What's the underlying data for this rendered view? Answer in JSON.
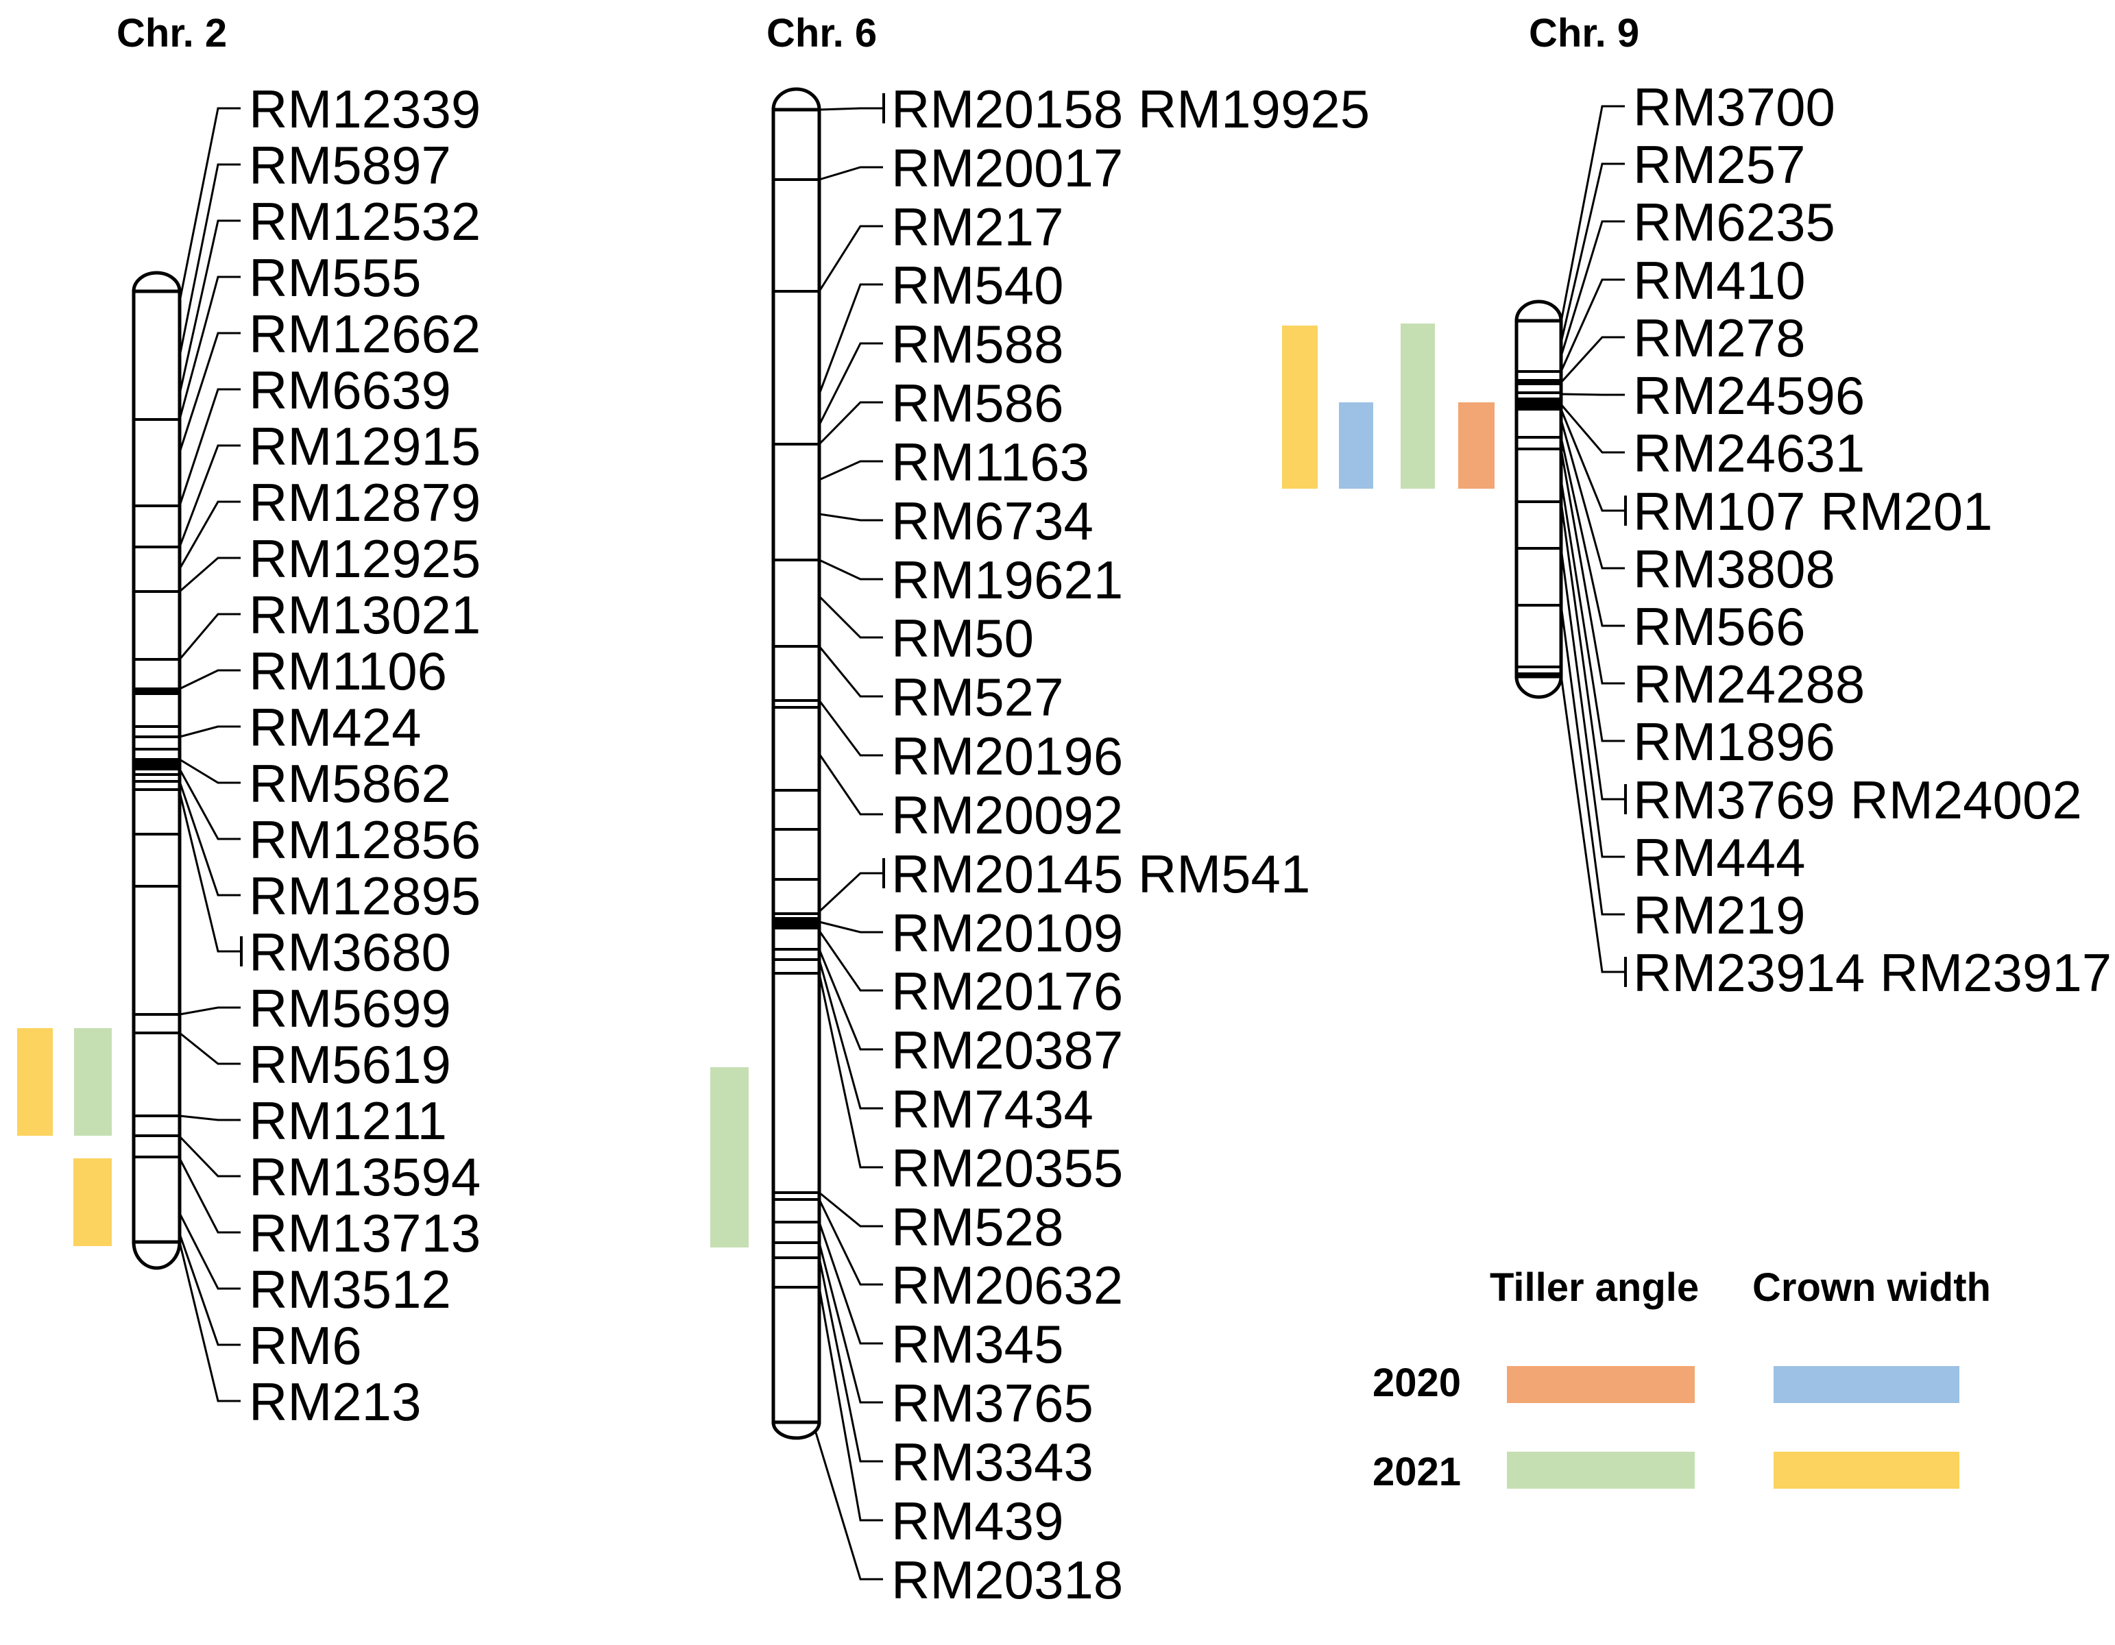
{
  "chromosomes": [
    {
      "title": "Chr. 2",
      "markers": [
        {
          "label": "RM12339"
        },
        {
          "label": "RM5897"
        },
        {
          "label": "RM12532"
        },
        {
          "label": "RM555"
        },
        {
          "label": "RM12662"
        },
        {
          "label": "RM6639"
        },
        {
          "label": "RM12915"
        },
        {
          "label": "RM12879"
        },
        {
          "label": "RM12925"
        },
        {
          "label": "RM13021"
        },
        {
          "label": "RM1106"
        },
        {
          "label": "RM424"
        },
        {
          "label": "RM5862"
        },
        {
          "label": "RM12856"
        },
        {
          "label": "RM12895"
        },
        {
          "label": "RM3680"
        },
        {
          "label": "RM5699"
        },
        {
          "label": "RM5619"
        },
        {
          "label": "RM1211"
        },
        {
          "label": "RM13594"
        },
        {
          "label": "RM13713"
        },
        {
          "label": "RM3512"
        },
        {
          "label": "RM6"
        },
        {
          "label": "RM213"
        }
      ]
    },
    {
      "title": "Chr. 6",
      "markers": [
        {
          "label": "RM20158 RM19925"
        },
        {
          "label": "RM20017"
        },
        {
          "label": "RM217"
        },
        {
          "label": "RM540"
        },
        {
          "label": "RM588"
        },
        {
          "label": "RM586"
        },
        {
          "label": "RM1163"
        },
        {
          "label": "RM6734"
        },
        {
          "label": "RM19621"
        },
        {
          "label": "RM50"
        },
        {
          "label": "RM527"
        },
        {
          "label": "RM20196"
        },
        {
          "label": "RM20092"
        },
        {
          "label": "RM20145 RM541"
        },
        {
          "label": "RM20109"
        },
        {
          "label": "RM20176"
        },
        {
          "label": "RM20387"
        },
        {
          "label": "RM7434"
        },
        {
          "label": "RM20355"
        },
        {
          "label": "RM528"
        },
        {
          "label": "RM20632"
        },
        {
          "label": "RM345"
        },
        {
          "label": "RM3765"
        },
        {
          "label": "RM3343"
        },
        {
          "label": "RM439"
        },
        {
          "label": "RM20318"
        }
      ]
    },
    {
      "title": "Chr. 9",
      "markers": [
        {
          "label": "RM3700"
        },
        {
          "label": "RM257"
        },
        {
          "label": "RM6235"
        },
        {
          "label": "RM410"
        },
        {
          "label": "RM278"
        },
        {
          "label": "RM24596"
        },
        {
          "label": "RM24631"
        },
        {
          "label": "RM107 RM201"
        },
        {
          "label": "RM3808"
        },
        {
          "label": "RM566"
        },
        {
          "label": "RM24288"
        },
        {
          "label": "RM1896"
        },
        {
          "label": "RM3769 RM24002"
        },
        {
          "label": "RM444"
        },
        {
          "label": "RM219"
        },
        {
          "label": "RM23914 RM23917"
        }
      ]
    }
  ],
  "qtl_bars": [
    {
      "chromosome": "Chr. 2",
      "trait": "Crown width",
      "year": "2021",
      "color": "#FBD35E"
    },
    {
      "chromosome": "Chr. 2",
      "trait": "Tiller angle",
      "year": "2021",
      "color": "#C5DFB3"
    },
    {
      "chromosome": "Chr. 2",
      "trait": "Crown width",
      "year": "2021",
      "color": "#FBD35E"
    },
    {
      "chromosome": "Chr. 6",
      "trait": "Tiller angle",
      "year": "2021",
      "color": "#C5DFB3"
    },
    {
      "chromosome": "Chr. 9",
      "trait": "Crown width",
      "year": "2021",
      "color": "#FBD35E"
    },
    {
      "chromosome": "Chr. 9",
      "trait": "Crown width",
      "year": "2020",
      "color": "#9CC1E4"
    },
    {
      "chromosome": "Chr. 9",
      "trait": "Tiller angle",
      "year": "2021",
      "color": "#C5DFB3"
    },
    {
      "chromosome": "Chr. 9",
      "trait": "Tiller angle",
      "year": "2020",
      "color": "#F2A673"
    }
  ],
  "legend": {
    "columns": [
      "Tiller angle",
      "Crown width"
    ],
    "rows": [
      {
        "year": "2020",
        "tiller_angle_color": "#F2A673",
        "crown_width_color": "#9CC1E4"
      },
      {
        "year": "2021",
        "tiller_angle_color": "#C5DFB3",
        "crown_width_color": "#FBD35E"
      }
    ]
  },
  "colors": {
    "qtl_yellow": "#FBD35E",
    "qtl_green": "#C5DFB3",
    "qtl_blue": "#9CC1E4",
    "qtl_orange": "#F2A673",
    "line": "#000000"
  }
}
